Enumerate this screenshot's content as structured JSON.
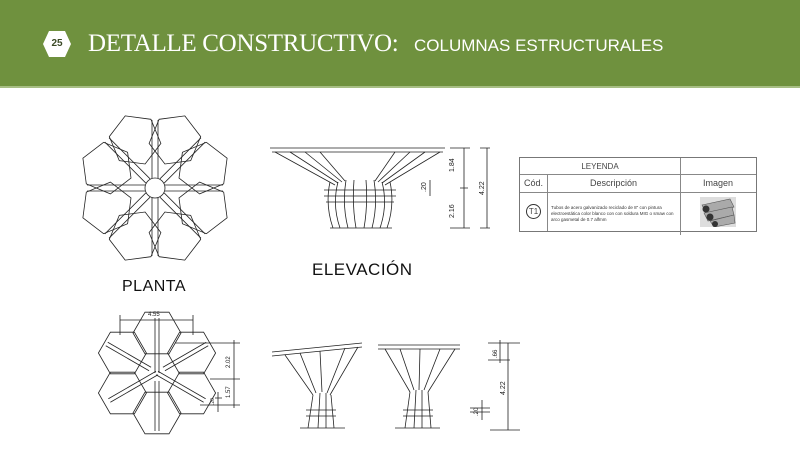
{
  "header": {
    "page_number": "25",
    "title": "DETALLE CONSTRUCTIVO:",
    "subtitle": "COLUMNAS ESTRUCTURALES",
    "background_color": "#6f913e"
  },
  "drawings": {
    "planta_label": "PLANTA",
    "elevacion_label": "ELEVACIÓN",
    "top_dimensions": {
      "upper": "1.84",
      "lower": "2.16",
      "total": "4.22",
      "base": ".20"
    },
    "bottom_plan_dimensions": {
      "width": "4.55",
      "upper": "2.02",
      "lower": "1.57",
      "base": ".20"
    },
    "bottom_elevation_dimensions": {
      "canopy": ".66",
      "total": "4.22",
      "base": ".20"
    }
  },
  "legend": {
    "title": "LEYENDA",
    "headers": {
      "code": "Cód.",
      "description": "Descripción",
      "image": "Imagen"
    },
    "rows": [
      {
        "code": "T1",
        "description": "Tubos de acero galvanizado reciclado de 8\" con pintura electroestática color blanco con con soldura MIG o smaw con arco gasmetal de 0.7 alfmm",
        "image": "steel-tubes-image"
      }
    ]
  }
}
